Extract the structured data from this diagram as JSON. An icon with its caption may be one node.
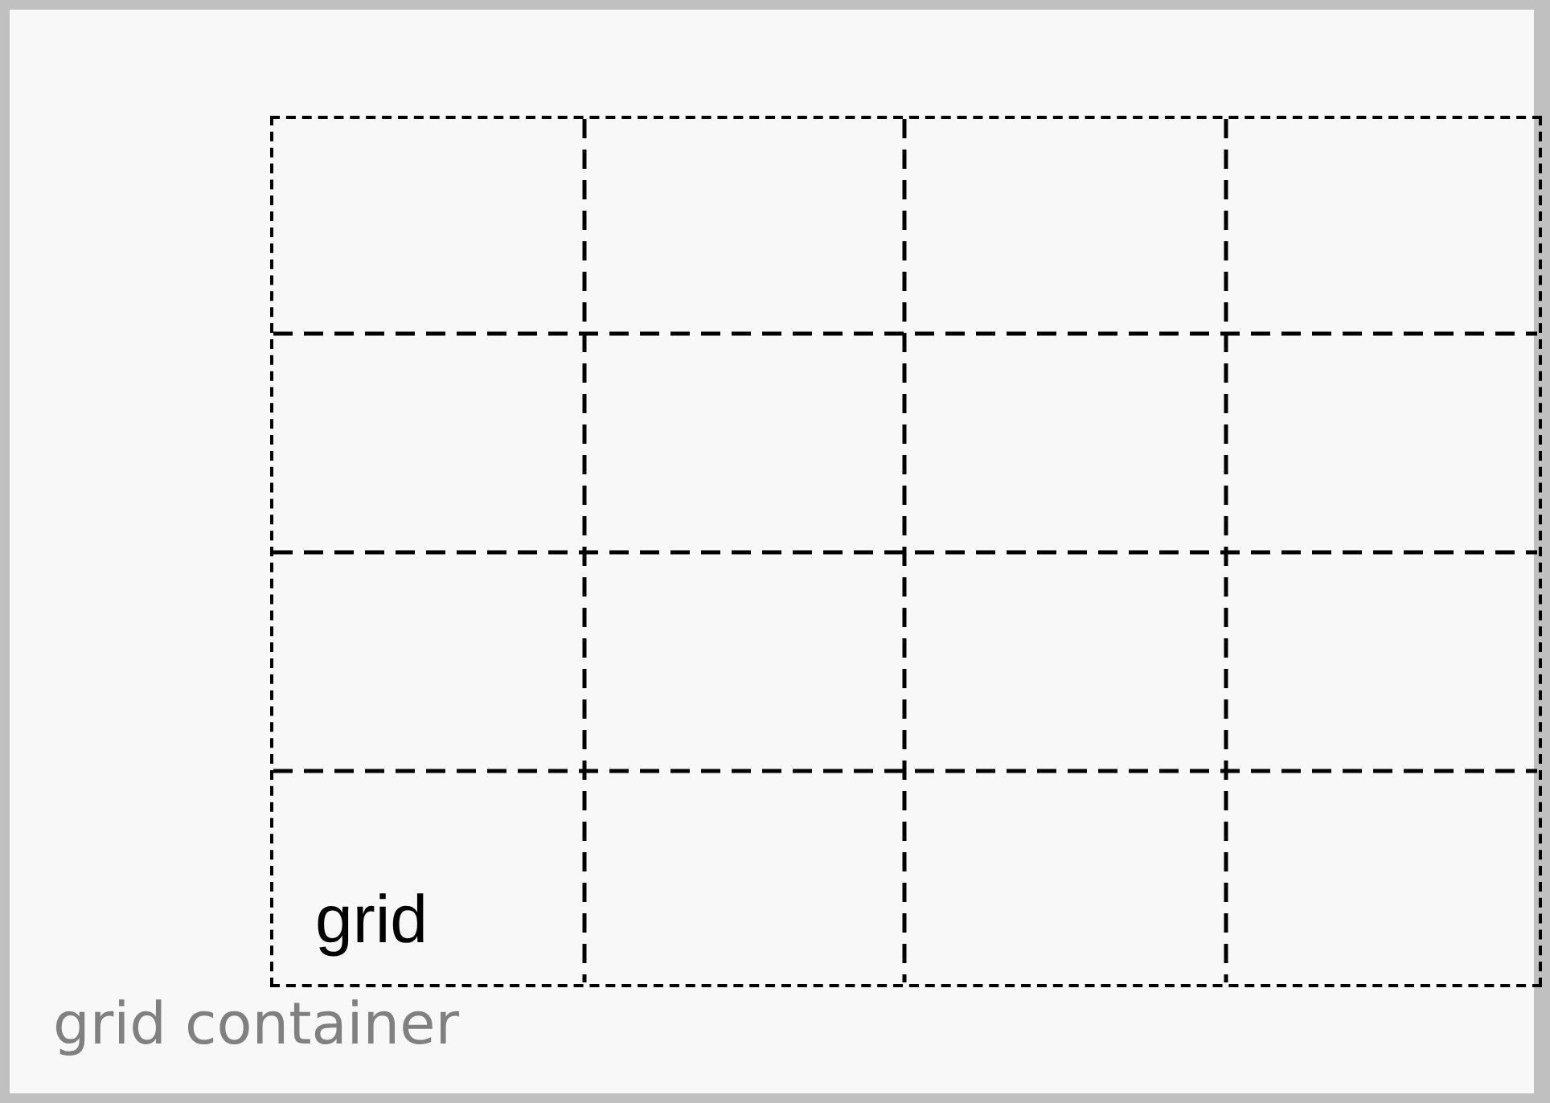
{
  "diagram": {
    "nodes": [
      {
        "text": [
          "grid container"
        ]
      },
      {
        "text": [
          "grid"
        ],
        "in": 0
      }
    ]
  }
}
